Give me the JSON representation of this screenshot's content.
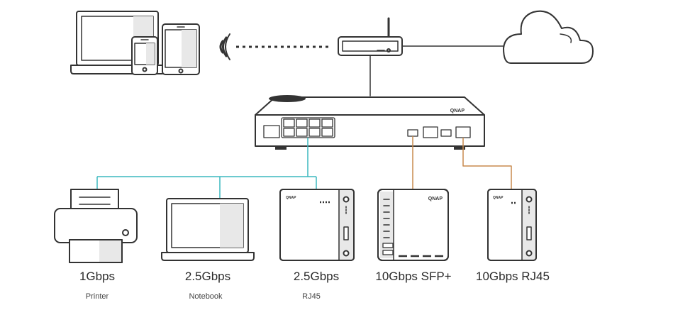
{
  "colors": {
    "outline": "#333333",
    "fill_light": "#e8e8e8",
    "rj45_link": "#3bb8bf",
    "sfp_link": "#c88a4e",
    "background": "#ffffff"
  },
  "icons": {
    "laptop": "laptop-icon",
    "phone": "phone-icon",
    "tablet": "tablet-icon",
    "wifi": "wifi-signal-icon",
    "router": "router-icon",
    "cloud": "cloud-icon",
    "switch": "network-switch-icon",
    "printer": "printer-icon",
    "nas": "nas-icon"
  },
  "switch": {
    "brand": "QNAP"
  },
  "nas_brand": "QNAP",
  "devices": [
    {
      "speed": "1Gbps",
      "label": "Printer"
    },
    {
      "speed": "2.5Gbps",
      "label": "Notebook"
    },
    {
      "speed": "2.5Gbps",
      "label": "RJ45"
    },
    {
      "speed": "10Gbps SFP+",
      "label": ""
    },
    {
      "speed": "10Gbps RJ45",
      "label": ""
    }
  ]
}
